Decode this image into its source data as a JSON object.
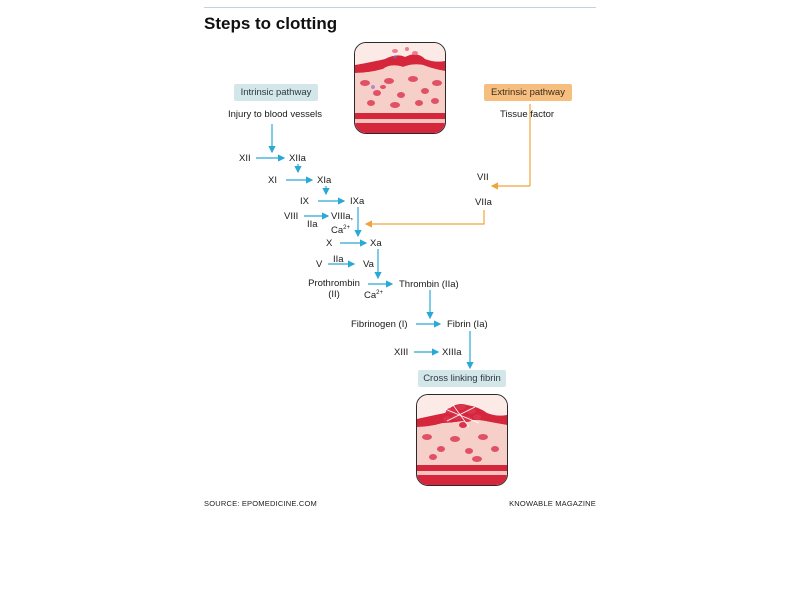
{
  "title": "Steps to clotting",
  "intrinsic": {
    "pill": "Intrinsic pathway",
    "trigger": "Injury to blood vessels"
  },
  "extrinsic": {
    "pill": "Extrinsic pathway",
    "trigger": "Tissue factor",
    "factor": "VII",
    "activated": "VIIa"
  },
  "cascade": {
    "xii": "XII",
    "xiia": "XIIa",
    "xi": "XI",
    "xia": "XIa",
    "ix": "IX",
    "ixa": "IXa",
    "viii": "VIII",
    "iia_cofactor_1": "IIa",
    "viiia": "VIIIa,",
    "ca_1": "Ca",
    "x": "X",
    "xa": "Xa",
    "iia_cofactor_2": "IIa",
    "v": "V",
    "va": "Va",
    "prothrombin": "Prothrombin",
    "prothrombin_code": "(II)",
    "ca_2": "Ca",
    "thrombin": "Thrombin (IIa)",
    "fibrinogen": "Fibrinogen (I)",
    "fibrin": "Fibrin (Ia)",
    "xiii": "XIII",
    "xiiia": "XIIIa",
    "ca_superscript": "2+"
  },
  "result": "Cross linking fibrin",
  "footer": {
    "source": "SOURCE: EPOMEDICINE.COM",
    "publisher": "KNOWABLE MAGAZINE"
  },
  "colors": {
    "intrinsic_arrow": "#29a9d6",
    "extrinsic_arrow": "#f0a33c",
    "pill_blue": "#d3e6ea",
    "pill_orange": "#f6bf7f",
    "vessel_red": "#d6263c",
    "tissue_pink": "#f7d2cc"
  }
}
